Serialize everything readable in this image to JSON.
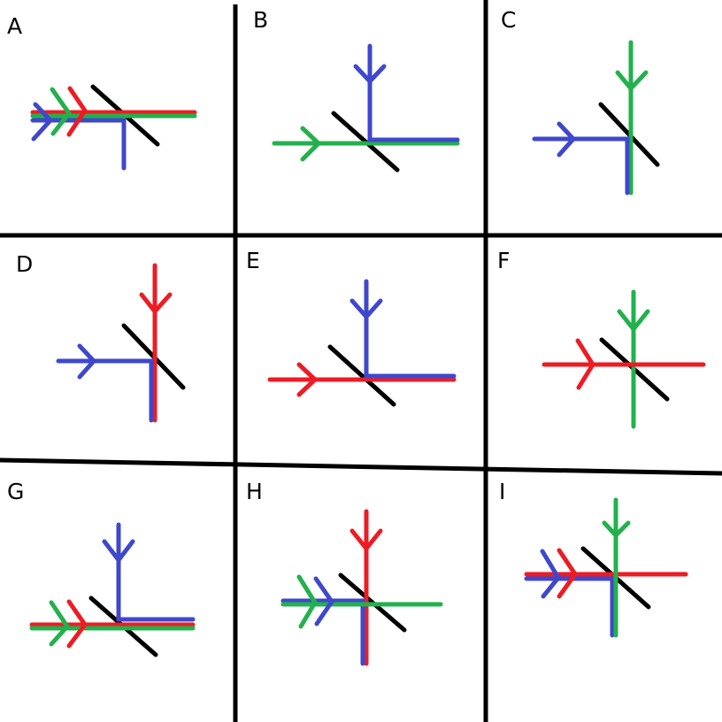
{
  "panels": [
    {
      "label": "A"
    },
    {
      "label": "B"
    },
    {
      "label": "C"
    },
    {
      "label": "D"
    },
    {
      "label": "E"
    },
    {
      "label": "F"
    },
    {
      "label": "G"
    },
    {
      "label": "H"
    },
    {
      "label": "I"
    }
  ],
  "colors": {
    "red": "#ed1c24",
    "green": "#22b14c",
    "blue": "#3f48cc",
    "mirror": "#000000"
  }
}
